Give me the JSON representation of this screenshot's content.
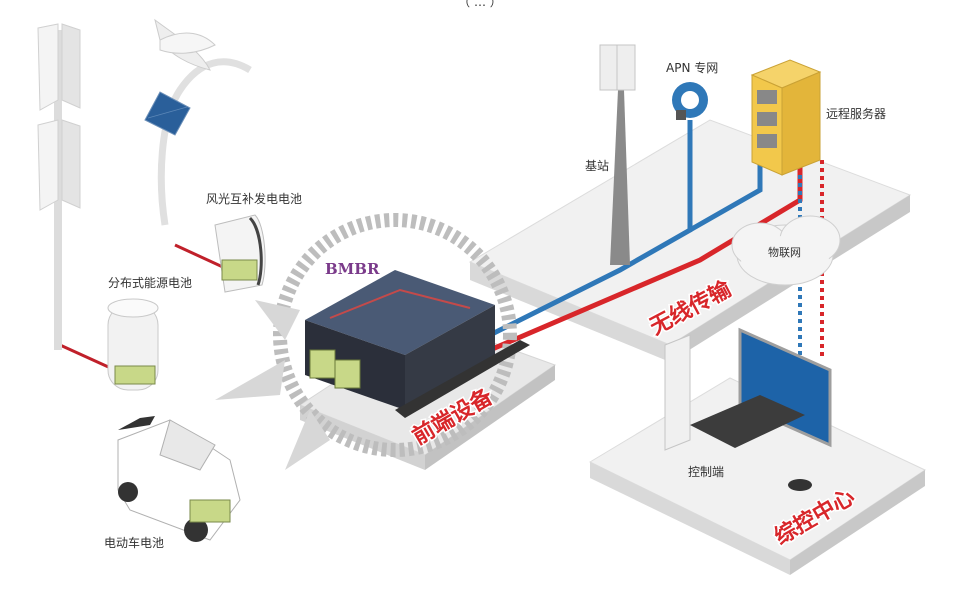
{
  "top_text": "（ … ）",
  "labels": {
    "distributed_battery": "分布式能源电池",
    "wind_solar_battery": "风光互补发电电池",
    "ev_battery": "电动车电池",
    "device_brand": "BMBR",
    "front_end": "前端设备",
    "base_station": "基站",
    "apn": "APN 专网",
    "remote_server": "远程服务器",
    "iot": "物联网",
    "wireless": "无线传输",
    "control_end": "控制端",
    "control_center": "综控中心"
  },
  "colors": {
    "red_line": "#d8262a",
    "blue_line": "#2f78b8",
    "platform": "#eeeeee",
    "device_body": "#2b2f3a",
    "device_top": "#4a5a75",
    "connector": "#c8d888",
    "server": "#f2c84b",
    "monitor": "#1d63a8"
  }
}
